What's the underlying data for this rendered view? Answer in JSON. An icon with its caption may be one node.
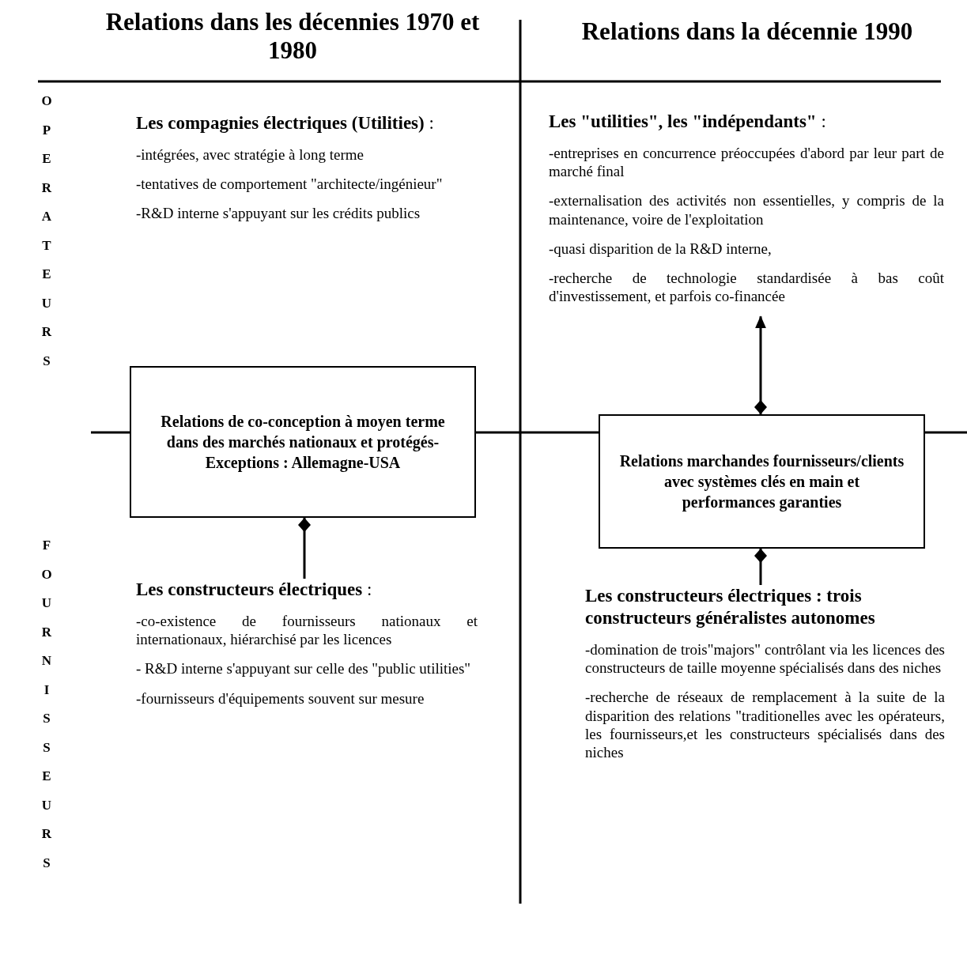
{
  "diagram": {
    "nodes": [
      {
        "text": [
          "**Les compagnies électriques (Utilities)** :",
          "-intégrées, avec stratégie à long terme",
          "-tentatives de comportement \"architecte/ingénieur\"",
          "-R&D interne s'appuyant sur les crédits publics"
        ]
      },
      {
        "text": [
          "Relations de co-conception  à moyen terme dans des marchés nationaux et protégés- Exceptions : Allemagne-USA"
        ]
      },
      {
        "text": [
          "**Les constructeurs électriques** :",
          "-co-existence de fournisseurs nationaux et internationaux, hiérarchisé par les licences",
          "- R&D interne s'appuyant sur celle des \"public utilities\"",
          "-fournisseurs d'équipements  souvent sur mesure"
        ]
      },
      {
        "text": [
          "**Les \"utilities\", les \"indépendants\"** :",
          "-entreprises en concurrence préoccupées d'abord par leur part de marché final",
          "-externalisation des activités non essentielles, y compris de la maintenance, voire de l'exploitation",
          "-quasi disparition de la  R&D interne,",
          "-recherche de technologie standardisée à bas coût d'investissement, et parfois co-financée"
        ]
      },
      {
        "text": [
          "Relations marchandes fournisseurs/clients avec systèmes clés en main  et performances garanties"
        ]
      },
      {
        "text": [
          "Les constructeurs électriques : trois constructeurs généralistes autonomes",
          "-domination de trois\"majors\" contrôlant via les licences des constructeurs de taille moyenne spécialisés dans des niches",
          "-recherche de réseaux de remplacement à la suite de la disparition des relations \"traditionelles avec les opérateurs, les fournisseurs,et les constructeurs spécialisés dans des niches"
        ]
      }
    ],
    "edges": [
      {
        "from": 1,
        "to": 2,
        "arrow": "other"
      },
      {
        "from": 4,
        "to": 3,
        "arrow": "to"
      },
      {
        "from": 4,
        "to": 5,
        "arrow": "other"
      }
    ],
    "labels": [
      "Relations dans les décennies 1970 et 1980",
      "Relations dans la décennie 1990",
      "OPERATEURS",
      "FOURNISSEURS"
    ]
  }
}
